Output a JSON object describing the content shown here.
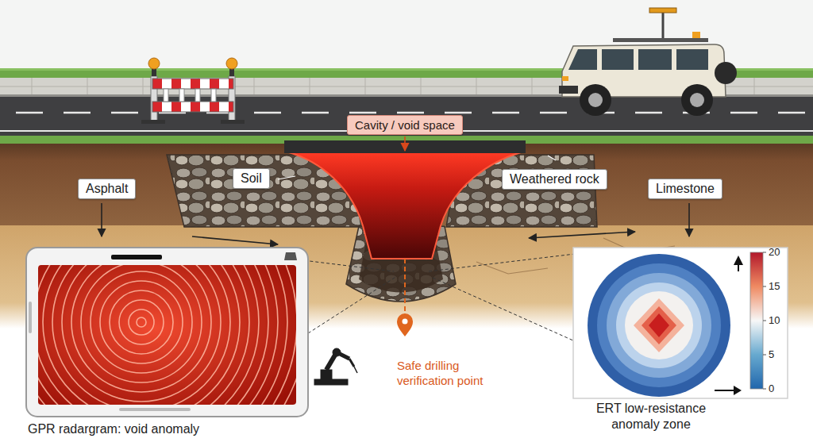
{
  "diagram": {
    "nodes": [
      {
        "text": [
          "Cavity / void space"
        ]
      },
      {
        "text": [
          "Soil"
        ]
      },
      {
        "text": [
          "Weathered rock"
        ]
      },
      {
        "text": [
          "Asphalt"
        ]
      },
      {
        "text": [
          "Limestone"
        ]
      },
      {
        "text": [
          "GPR radargram: void anomaly"
        ]
      },
      {
        "text": [
          "ERT low-resistance anomaly zone"
        ]
      }
    ],
    "labels": [
      "Safe drilling verification point",
      "20",
      "15",
      "10",
      "5",
      "0"
    ]
  }
}
